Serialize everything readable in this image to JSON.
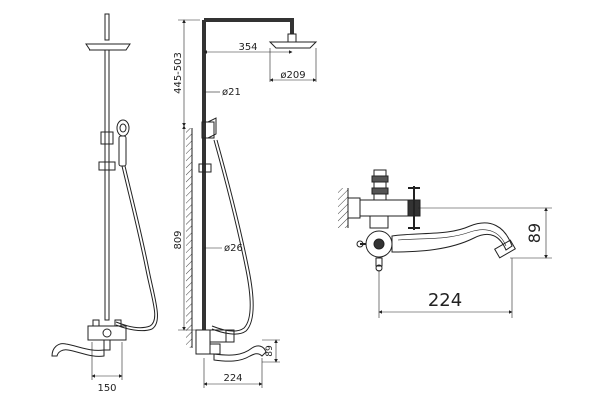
{
  "drawing": {
    "front_view": {
      "width_label": "150"
    },
    "side_view": {
      "height_upper_label": "445-503",
      "arm_length_label": "354",
      "head_diameter_label": "ø209",
      "pipe_diameter_upper_label": "ø21",
      "height_lower_label": "809",
      "pipe_diameter_lower_label": "ø26",
      "spout_height_label": "89",
      "spout_length_label": "224"
    },
    "detail_view": {
      "spout_height_label": "89",
      "spout_length_label": "224"
    }
  },
  "colors": {
    "line": "#222222",
    "pipe_dark": "#333333",
    "hatch": "#555555"
  }
}
